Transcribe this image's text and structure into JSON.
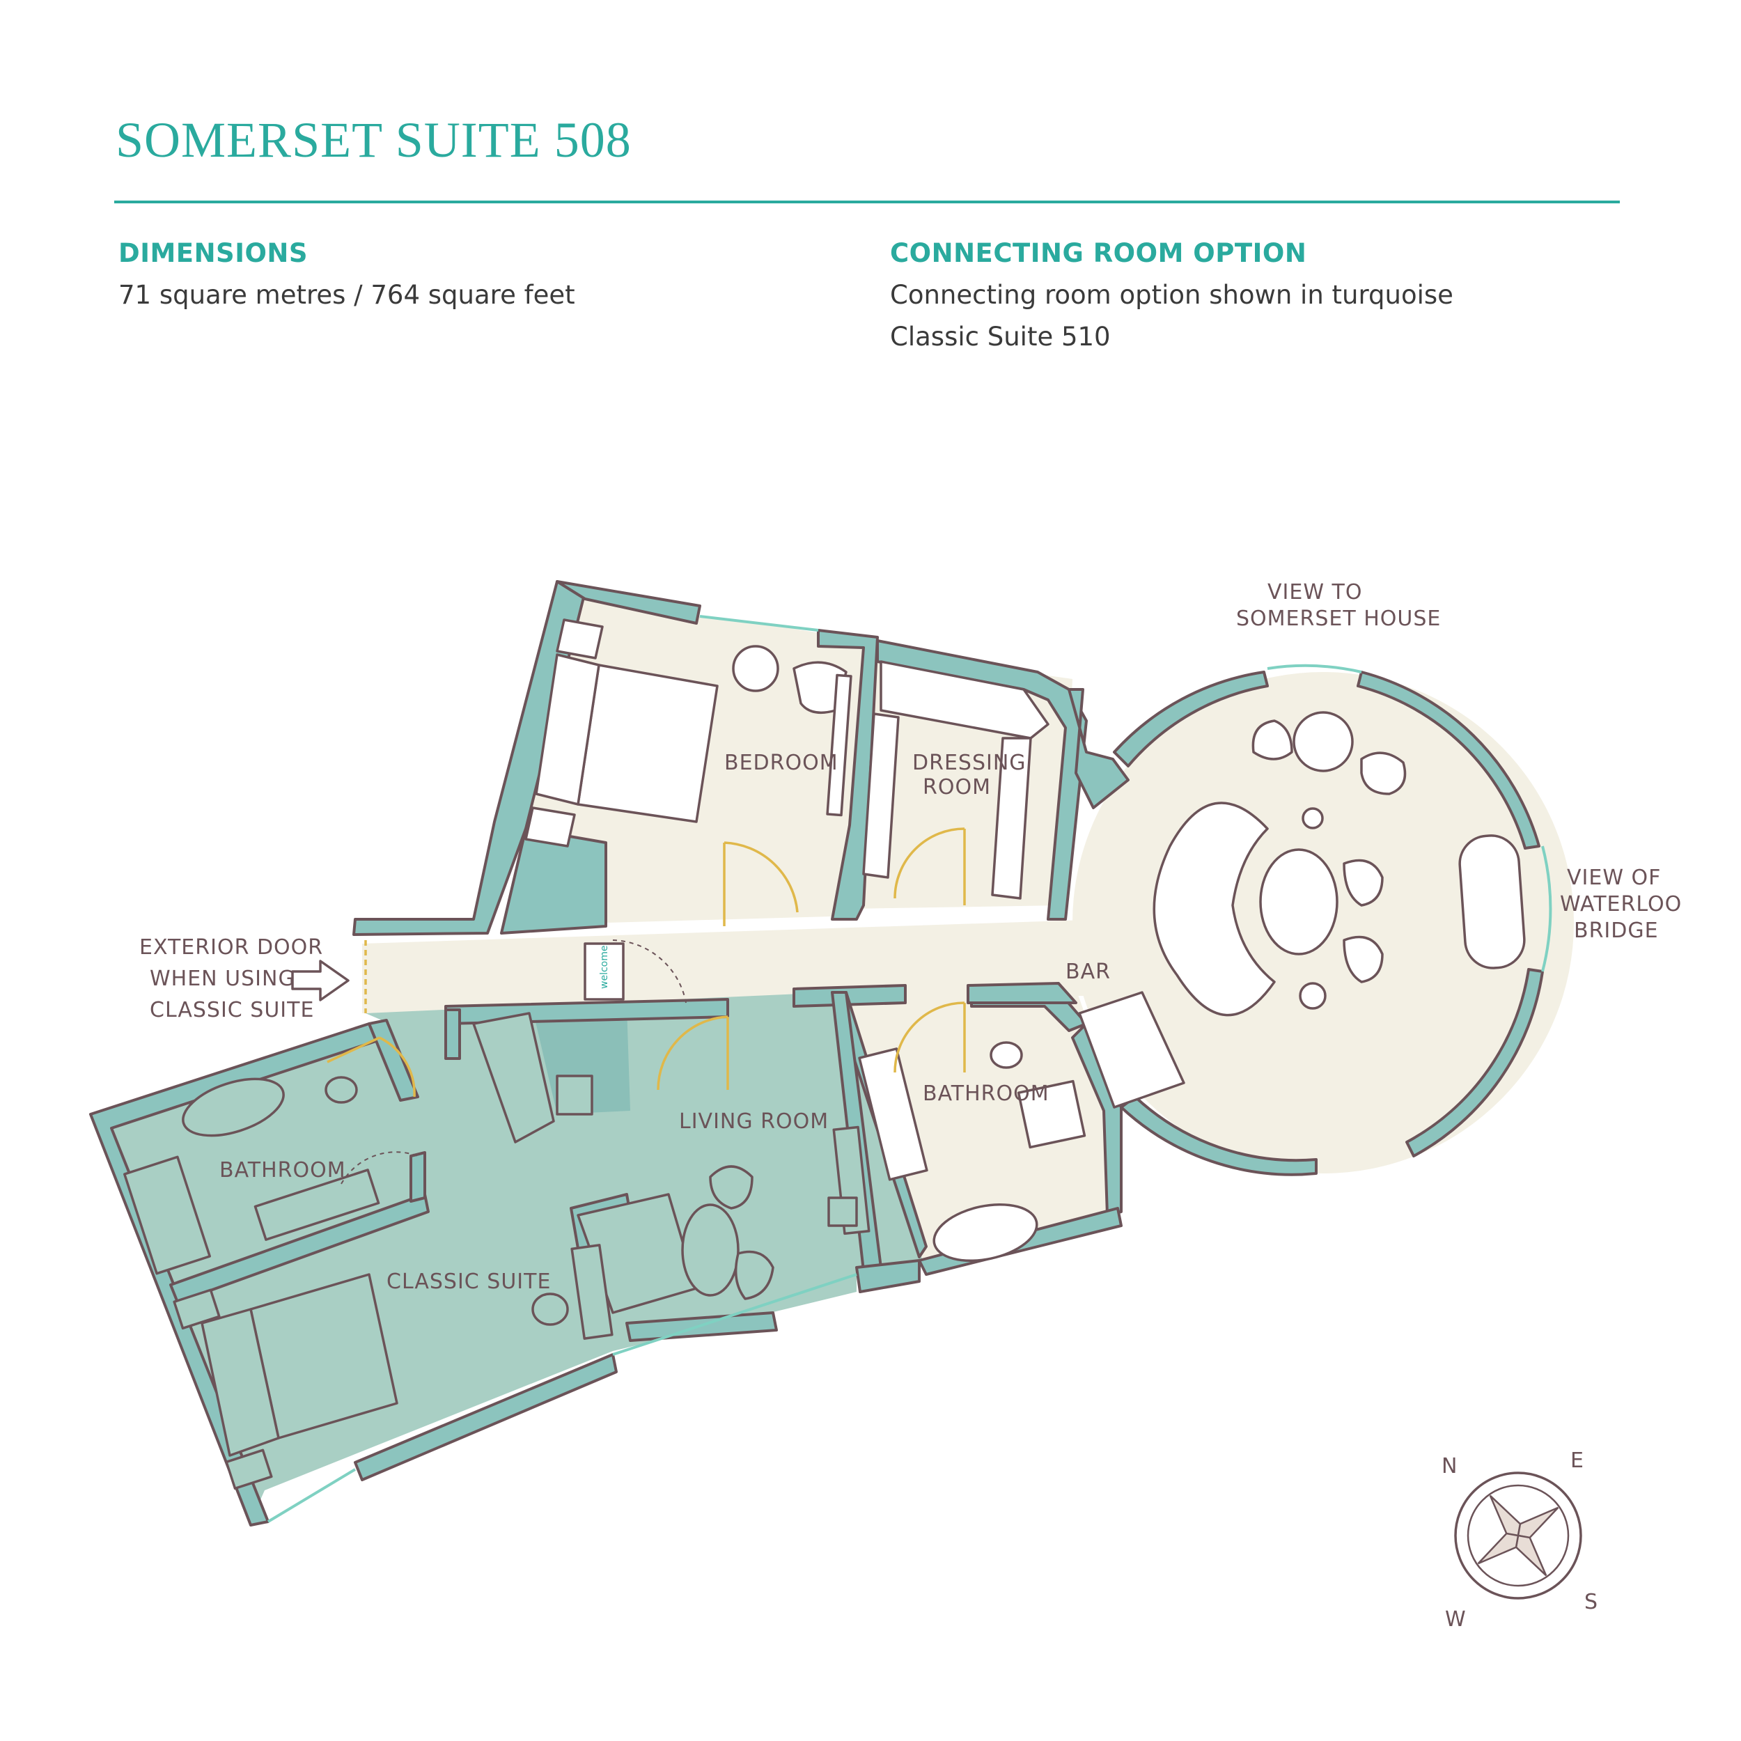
{
  "title": "SOMERSET SUITE 508",
  "dimensions": {
    "heading": "DIMENSIONS",
    "value": "71 square metres / 764 square feet"
  },
  "connecting": {
    "heading": "CONNECTING ROOM OPTION",
    "line1": "Connecting room option shown in turquoise",
    "line2": "Classic Suite 510"
  },
  "plan": {
    "labels": {
      "bedroom": "BEDROOM",
      "dressing_1": "DRESSING",
      "dressing_2": "ROOM",
      "view_somerset_1": "VIEW TO",
      "view_somerset_2": "SOMERSET HOUSE",
      "view_waterloo_1": "VIEW OF",
      "view_waterloo_2": "WATERLOO",
      "view_waterloo_3": "BRIDGE",
      "exterior_1": "EXTERIOR DOOR",
      "exterior_2": "WHEN USING",
      "exterior_3": "CLASSIC SUITE",
      "bar": "BAR",
      "bathroom_main": "BATHROOM",
      "bathroom_classic": "BATHROOM",
      "living_room": "LIVING ROOM",
      "classic_suite": "CLASSIC SUITE",
      "mat": "welcome"
    },
    "compass": {
      "n": "N",
      "e": "E",
      "s": "S",
      "w": "W"
    },
    "colors": {
      "floor": "#f3f0e4",
      "wall": "#8cc4be",
      "wall_outline": "#6b5358",
      "connecting_fill": "#a9cfc4",
      "door_swing": "#e0b84a",
      "accent": "#2aaa9e"
    }
  }
}
